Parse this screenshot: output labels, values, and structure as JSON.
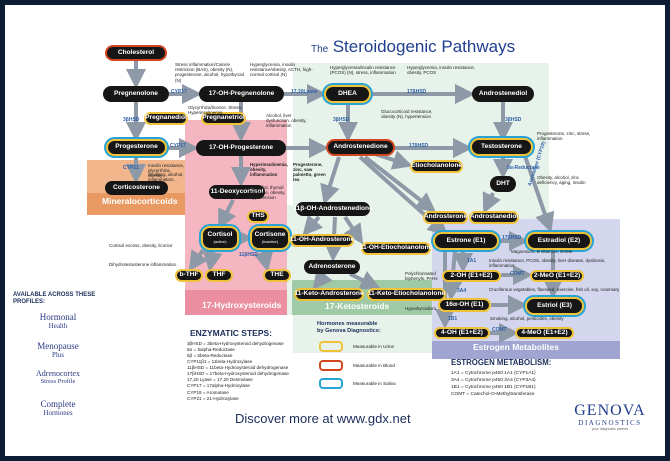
{
  "title_prefix": "The",
  "title_main": "Steroidogenic Pathways",
  "colors": {
    "urine": "#f0c23a",
    "blood": "#d2461f",
    "saliva": "#27a3d6"
  },
  "regions": {
    "mineralocorticoids": "Mineralocorticoids",
    "hydroxysteroids": "17-Hydroxysteroids",
    "ketosteroids": "17-Ketosteroids",
    "estrogen_metabolites": "Estrogen Metabolites"
  },
  "nodes": {
    "cholesterol": "Cholesterol",
    "pregnenolone": "Pregnenolone",
    "oh_pregnenolone": "17-OH-Pregnenolone",
    "dhea": "DHEA",
    "androstenediol": "Androstenediol",
    "pregnanediol": "Pregnanediol",
    "pregnanetriol": "Pregnanetriol",
    "progesterone": "Progesterone",
    "oh_progesterone": "17-OH-Progesterone",
    "androstenedione": "Androstenedione",
    "testosterone": "Testosterone",
    "etiocholanolone": "Etiocholanolone",
    "corticosterone": "Corticosterone",
    "deoxycortisol": "11-Deoxycortisol",
    "dht": "DHT",
    "ths": "THS",
    "oh_androstenedione": "11β-OH-Androstenedione",
    "androsterone": "Androsterone",
    "androstanediol": "Androstanediol",
    "cortisol": "Cortisol",
    "cortisol_sub": "(active)",
    "cortisone": "Cortisone",
    "cortisone_sub": "(inactive)",
    "oh_androsterone": "11-OH-Androsterone",
    "estrone": "Estrone (E1)",
    "estradiol": "Estradiol (E2)",
    "oh_etiocholanolone": "11-OH-Etiocholanolone",
    "adrenosterone": "Adrenosterone",
    "b_thf": "b-THF",
    "thf": "THF",
    "the": "THE",
    "oh2": "2-OH (E1+E2)",
    "meo2": "2-MeO (E1+E2)",
    "keto_androsterone": "11-Keto-Androsterone",
    "keto_etiocholanolone": "11-Keto-Etiocholanolone",
    "oh16": "16α-OH (E1)",
    "estriol": "Estriol (E3)",
    "oh4": "4-OH (E1+E2)",
    "meo4": "4-MeO (E1+E2)"
  },
  "steps": {
    "cyp17": "CYP17",
    "hsd17": "17,20Lyase",
    "hsd3": "3βHSD",
    "hsd17_2": "17βHSD",
    "cyp21": "CYP21",
    "cyp11": "CYP11β1",
    "aromatase": "Aromatase (CYP19)",
    "reductase": "5α-Reductase",
    "hsd11": "11βHSD",
    "comt": "COMT",
    "1b1": "1B1",
    "1a1": "1A1",
    "3a4": "3A4",
    "hsd17_3": "17βHSD",
    "hsd17_4": "17βHSD",
    "hsd3_2": "3βHSD",
    "hsd3_3": "3βHSD"
  },
  "notes": {
    "n1": "Stress inflammation/Calorie restriction (BAS), obesity (N), progesterone, alcohol, hypothyroid (N)",
    "n2": "Hyperglycemia, insulin resistance/obesity, ACTH, high-normal cortisol (N)",
    "n3": "Hyperglycemia/insulin resistance (PCOS) (N), stress, inflammation",
    "n4": "Hyperglycemia, insulin resistance, obesity, PCOS",
    "n5": "Glycyrrhiza/licorice, Stress, Hyperinsulinemia",
    "n6": "Alcohol, liver dysfunction, obesity, inflammation",
    "n7": "Glucocorticoid resistance, obesity (N), hypertension",
    "n8": "Insulin resistance, glycyrrhiza, obesity",
    "n9": "Smoking, alcohol, inflammation, obesity",
    "n10": "Hyperinsulinemia, obesity, inflammation",
    "n11": "Progesterone, zinc, saw palmetto, green tea",
    "n12": "Progesterone, zinc, stress, inflammation",
    "n13": "Obesity, alcohol, zinc deficiency, aging, insulin",
    "n14": "Insulin resistance, PCOS, obesity, liver disease, dysbiosis, inflammation",
    "n15": "Cruciferous vegetables, flaxseed, exercise, fish oil, soy, rosemary",
    "n16": "Smoking, alcohol, pesticides, obesity",
    "n17": "Magnesium, B vitamins, SAMe",
    "n18": "Polychlorinated biphenyls, PAHs",
    "n19": "Hypothyroidism",
    "n20": "Cortisol excess, obesity, licorice",
    "n21": "Dihydrotestosterone inflammation",
    "n22": "Estradiol, thyroid hormone, obesity, hypertension"
  },
  "available_heading": "AVAILABLE ACROSS THESE PROFILES:",
  "profiles": [
    {
      "line1": "Hormonal",
      "line2": "Health"
    },
    {
      "line1": "Menopause",
      "line2": "Plus"
    },
    {
      "line1": "Adrenocortex",
      "line2": "Stress Profile"
    },
    {
      "line1": "Complete",
      "line2": "Hormones"
    }
  ],
  "enzymatic_heading": "ENZYMATIC STEPS:",
  "enzymatic_steps": [
    "3βHSD = 3beta-Hydroxysteroid dehydrogenase",
    "5α = 5alpha-Reductase",
    "5β = 5beta-Reductase",
    "CYP11β1 = 11beta-Hydroxylase",
    "11βHSD = 11beta-Hydroxysteroid dehydrogenase",
    "17βHSD = 17beta-Hydroxysteroid dehydrogenase",
    "17,20 Lyase = 17,20 Desmolase",
    "CYP17 = 17alpha-Hydroxylase",
    "CYP19 = Aromatase",
    "CYP21 = 21-Hydroxylase"
  ],
  "legend": {
    "heading_line1": "Hormones measurable",
    "heading_line2": "by Genova Diagnostics:",
    "items": [
      "Measurable in Urine",
      "Measurable in Blood",
      "Measurable in Saliva"
    ]
  },
  "estrogen_heading": "ESTROGEN METABOLISM:",
  "estrogen_rows": [
    "1A1 = Cytochrome p450 1A1 (CYP1A1)",
    "3A4 = Cytochrome p450 3A4 (CYP3A4)",
    "1B1 = Cytochrome p450 1B1 (CYP1B1)",
    "COMT = Catechol-O-Methyltransferase"
  ],
  "footer": "Discover more at www.gdx.net",
  "logo_line1": "GENOVA",
  "logo_line2": "DIAGNOSTICS",
  "logo_tagline": "your diagnostic partner"
}
